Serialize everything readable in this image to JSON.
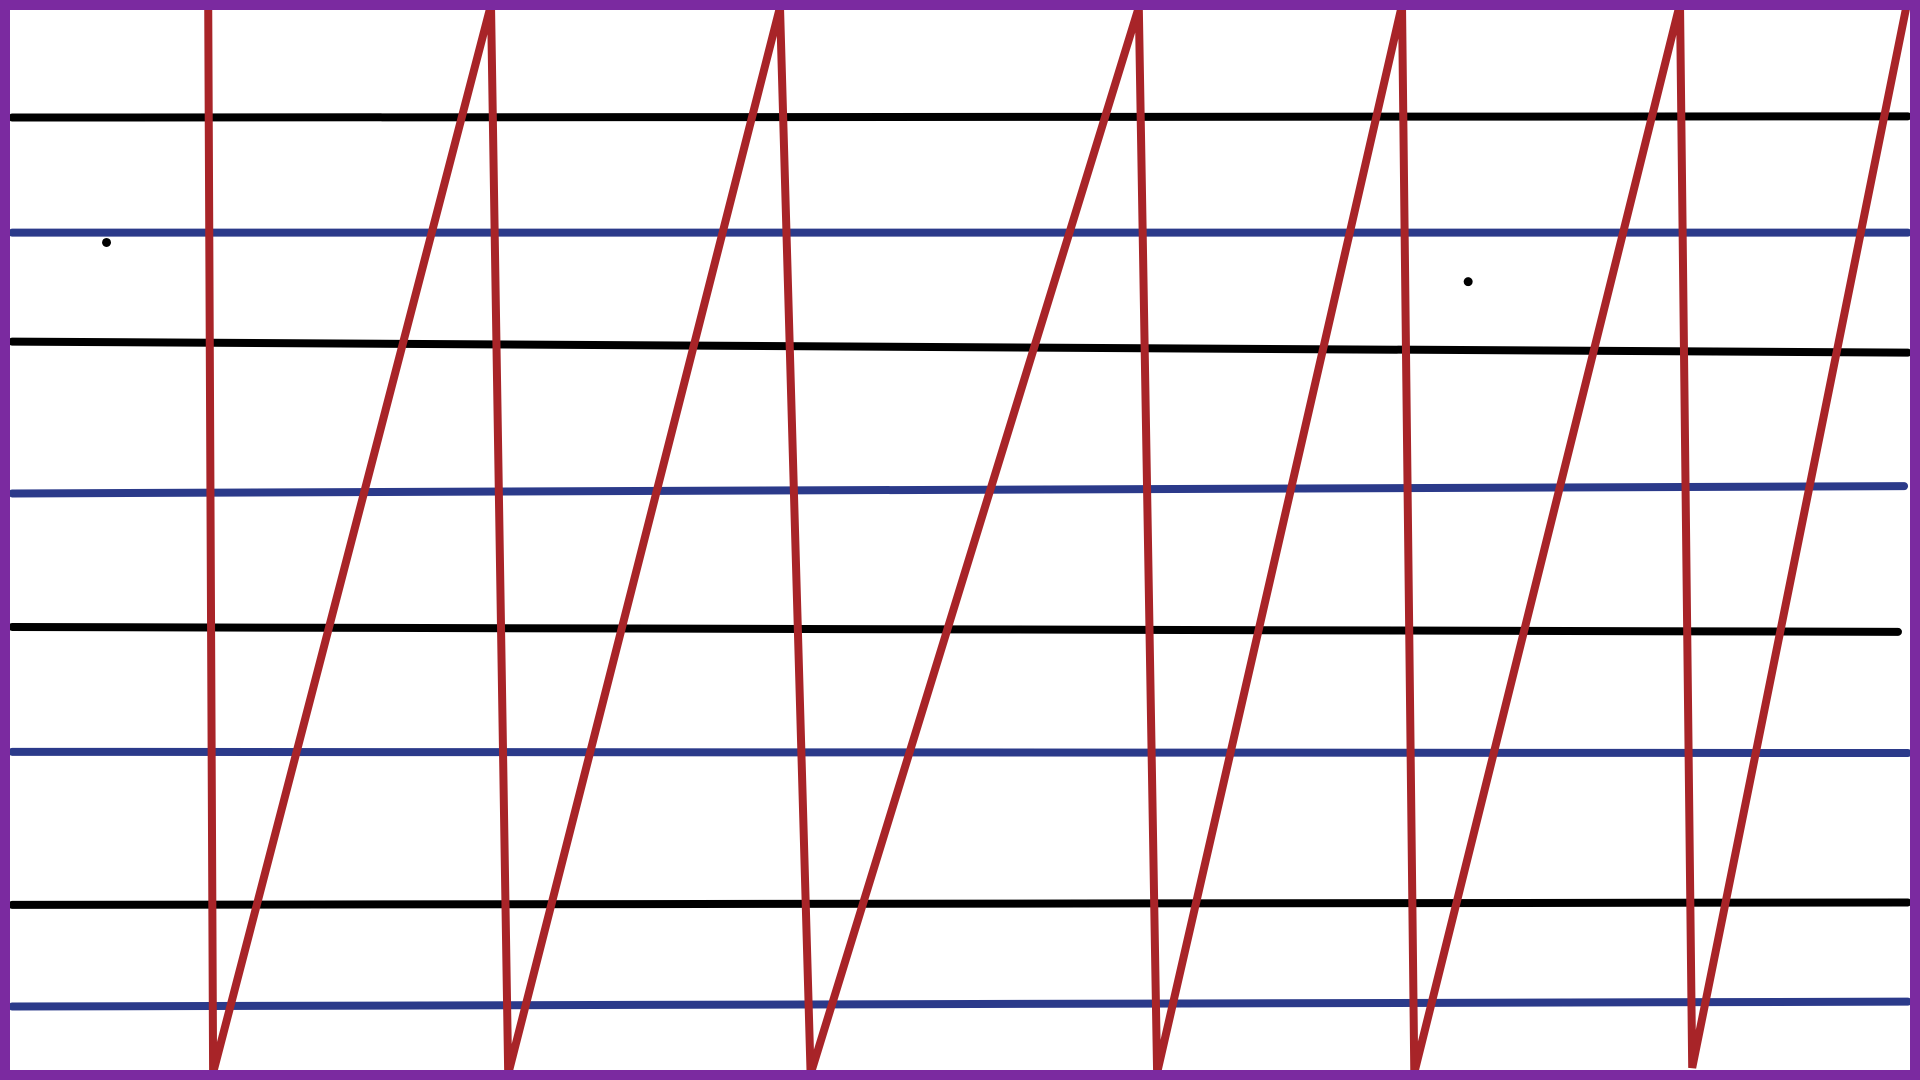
{
  "drawing": {
    "background_color": "#ffffff",
    "frame_color": "#7b2aa0",
    "colors": {
      "black_line": "#000000",
      "blue_line": "#2b3a8a",
      "zigzag": "#a82428",
      "dot": "#000000"
    },
    "horizontal_lines": [
      {
        "color_key": "black_line",
        "label": "black-line-1"
      },
      {
        "color_key": "blue_line",
        "label": "blue-line-1"
      },
      {
        "color_key": "black_line",
        "label": "black-line-2"
      },
      {
        "color_key": "blue_line",
        "label": "blue-line-2"
      },
      {
        "color_key": "black_line",
        "label": "black-line-3"
      },
      {
        "color_key": "blue_line",
        "label": "blue-line-3"
      },
      {
        "color_key": "black_line",
        "label": "black-line-4"
      },
      {
        "color_key": "blue_line",
        "label": "blue-line-4"
      }
    ],
    "zigzag_vertex_count": 13,
    "dot_count": 2
  }
}
